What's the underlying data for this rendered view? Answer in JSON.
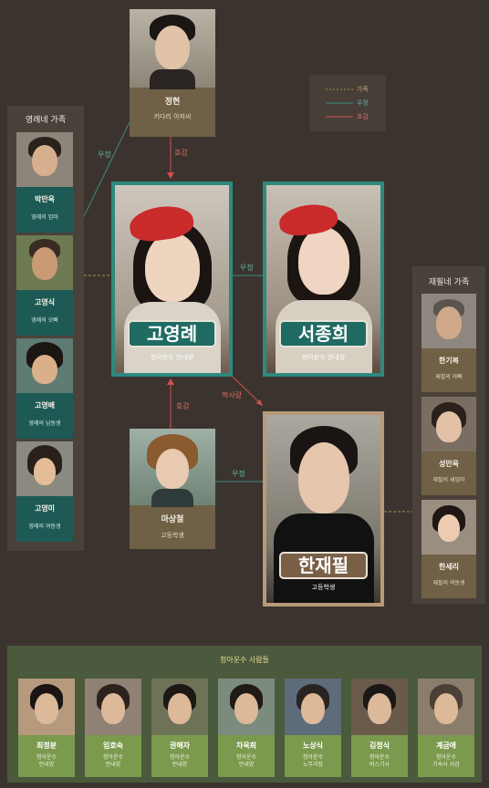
{
  "legend": {
    "family": "가족",
    "friendship": "우정",
    "crush": "호감",
    "colors": {
      "family": "#a38a5a",
      "friendship": "#3d8a80",
      "crush": "#d34f4f",
      "affection": "#d34f4f"
    }
  },
  "top": {
    "name": "정현",
    "role": "키다리 아저씨"
  },
  "left_group": {
    "title": "영례네 가족",
    "members": [
      {
        "name": "박만옥",
        "role": "영례의 엄마"
      },
      {
        "name": "고영식",
        "role": "영례의 오빠"
      },
      {
        "name": "고영배",
        "role": "영례의 남동생"
      },
      {
        "name": "고영미",
        "role": "영례의 여동생"
      }
    ]
  },
  "right_group": {
    "title": "재필네 가족",
    "members": [
      {
        "name": "한기복",
        "role": "재필의 아빠"
      },
      {
        "name": "성만옥",
        "role": "재필의 새엄마"
      },
      {
        "name": "한세리",
        "role": "재필의 여동생"
      }
    ]
  },
  "main": {
    "youngrye": {
      "name": "고영례",
      "role": "청아운수 안내양"
    },
    "jonghee": {
      "name": "서종희",
      "role": "청아운수 안내양"
    },
    "jaepil": {
      "name": "한재필",
      "role": "고등학생"
    },
    "sangchul": {
      "name": "마상철",
      "role": "고등학생"
    }
  },
  "relations": {
    "jh_to_yr": "호감",
    "yr_to_jonghee": "우정",
    "yr_to_jaepil": "짝사랑",
    "sangchul_to_yr": "호감",
    "sangchul_to_jaepil": "우정",
    "left_to_jh": "우정"
  },
  "bottom": {
    "title": "청아운수 사람들",
    "people": [
      {
        "name": "최정분",
        "role": "청아운수\n안내양"
      },
      {
        "name": "임호숙",
        "role": "청아운수\n안내양"
      },
      {
        "name": "권해자",
        "role": "청아운수\n안내양"
      },
      {
        "name": "차옥희",
        "role": "청아운수\n안내양"
      },
      {
        "name": "노상식",
        "role": "청아운수\n노무과장"
      },
      {
        "name": "김정식",
        "role": "청아운수\n버스기사"
      },
      {
        "name": "계금애",
        "role": "청아운수\n기숙사 사감"
      }
    ]
  }
}
